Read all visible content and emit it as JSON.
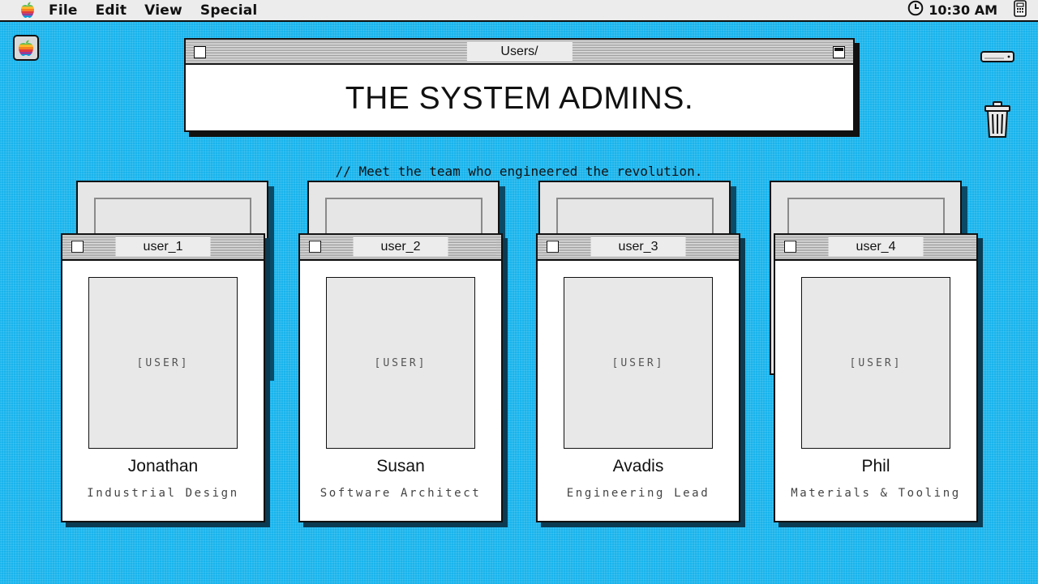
{
  "menubar": {
    "items": [
      "File",
      "Edit",
      "View",
      "Special"
    ],
    "clock": "10:30 AM"
  },
  "main_window": {
    "title": "Users/",
    "heading": "THE SYSTEM ADMINS."
  },
  "tagline": "// Meet the team who engineered the revolution.",
  "users": [
    {
      "window_title": "user_1",
      "photo_placeholder": "[USER]",
      "name": "Jonathan",
      "role": "Industrial Design"
    },
    {
      "window_title": "user_2",
      "photo_placeholder": "[USER]",
      "name": "Susan",
      "role": "Software Architect"
    },
    {
      "window_title": "user_3",
      "photo_placeholder": "[USER]",
      "name": "Avadis",
      "role": "Engineering Lead"
    },
    {
      "window_title": "user_4",
      "photo_placeholder": "[USER]",
      "name": "Phil",
      "role": "Materials & Tooling"
    }
  ],
  "icons": {
    "apple_menu": "rainbow-apple-icon",
    "clock": "clock-icon",
    "battery": "battery-icon",
    "desktop_app": "apple-app-icon",
    "hard_drive": "hard-drive-icon",
    "trash": "trash-icon"
  },
  "colors": {
    "desktop": "#19b4ec",
    "menubar": "#ececec",
    "shadow": "#111111"
  }
}
